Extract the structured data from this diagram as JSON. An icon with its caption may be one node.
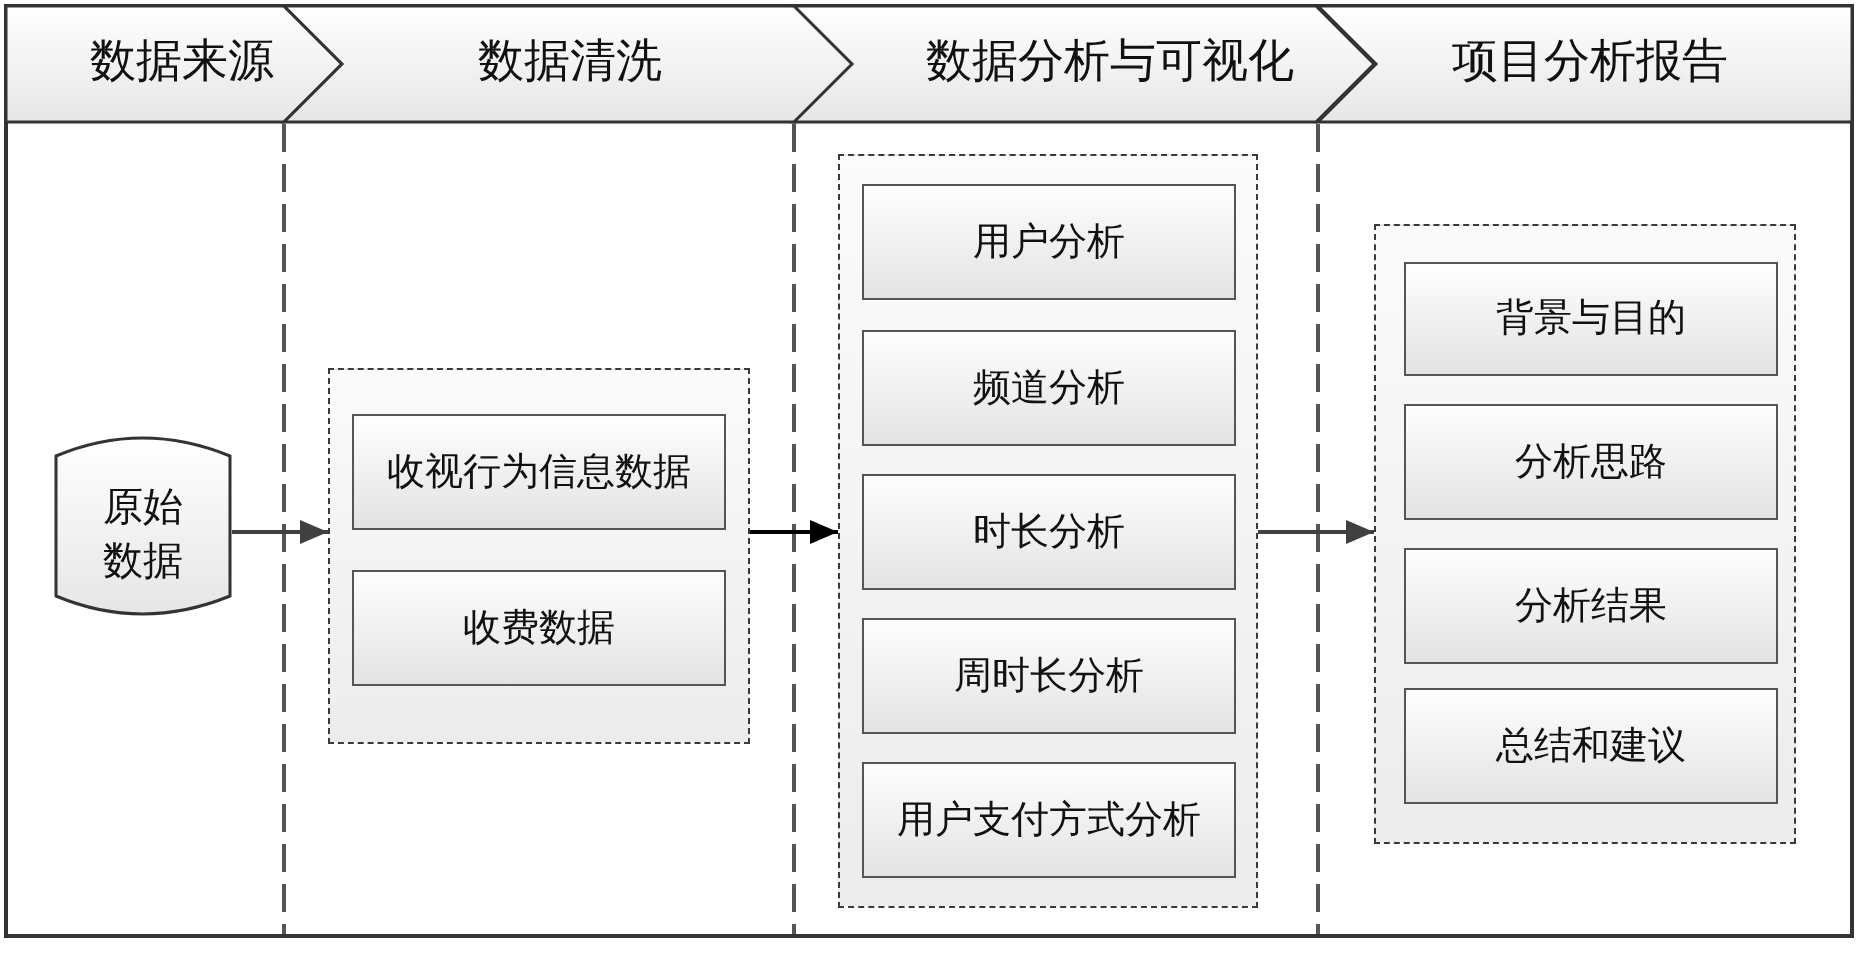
{
  "diagram": {
    "nodes": [
      {
        "text": [
          "数据来源"
        ]
      },
      {
        "text": [
          "数据清洗"
        ]
      },
      {
        "text": [
          "数据分析与可视化"
        ]
      },
      {
        "text": [
          "项目分析报告"
        ]
      },
      {
        "text": [
          "原始数据"
        ]
      },
      {
        "text": [],
        "shape": "box"
      },
      {
        "text": [
          "收视行为信息数据"
        ],
        "in": 5
      },
      {
        "text": [
          "收费数据"
        ],
        "in": 5
      },
      {
        "text": [],
        "shape": "box"
      },
      {
        "text": [
          "用户分析"
        ],
        "in": 8
      },
      {
        "text": [
          "频道分析"
        ],
        "in": 8
      },
      {
        "text": [
          "时长分析"
        ],
        "in": 8
      },
      {
        "text": [
          "周时长分析"
        ],
        "in": 8
      },
      {
        "text": [
          "用户支付方式分析"
        ],
        "in": 8
      },
      {
        "text": [],
        "shape": "box"
      },
      {
        "text": [
          "背景与目的"
        ],
        "in": 14
      },
      {
        "text": [
          "分析思路"
        ],
        "in": 14
      },
      {
        "text": [
          "分析结果"
        ],
        "in": 14
      },
      {
        "text": [
          "总结和建议"
        ],
        "in": 14
      }
    ],
    "edges": [
      {
        "from": 4,
        "to": 5,
        "arrow": "to"
      },
      {
        "from": 5,
        "to": 8,
        "arrow": "to",
        "color": "#000000"
      },
      {
        "from": 8,
        "to": 14,
        "arrow": "to"
      }
    ]
  }
}
